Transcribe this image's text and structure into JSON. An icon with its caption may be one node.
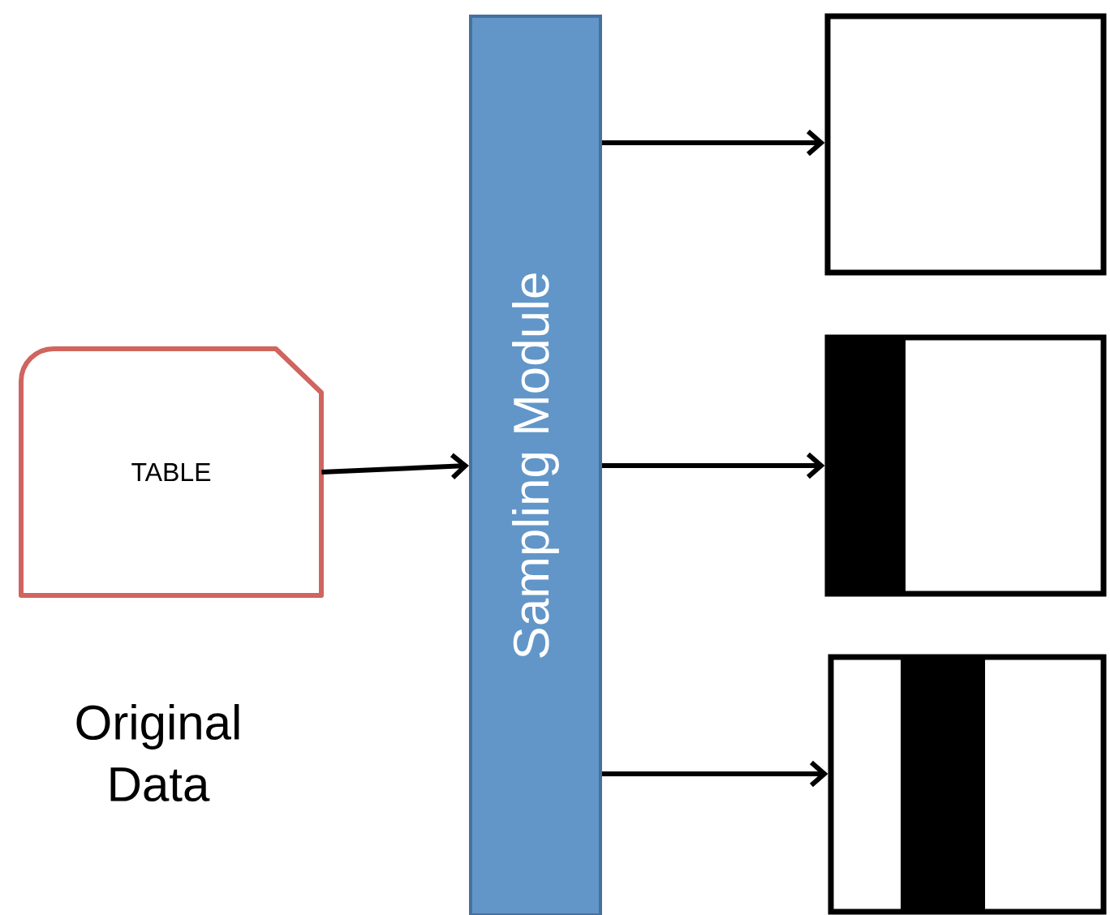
{
  "diagram": {
    "nodes": [
      {
        "text": [
          "TABLE"
        ],
        "beside": [
          "Original Data"
        ]
      },
      {
        "text": [
          "Sampling Module"
        ]
      },
      {
        "text": [],
        "shape": "box"
      },
      {
        "text": [],
        "shape": "box"
      },
      {
        "text": [],
        "shape": "box"
      }
    ],
    "edges": [
      {
        "from": 0,
        "to": 1,
        "arrow": "to"
      },
      {
        "from": 1,
        "to": 2,
        "arrow": "to"
      },
      {
        "from": 1,
        "to": 3,
        "arrow": "to"
      },
      {
        "from": 1,
        "to": 4,
        "arrow": "to"
      }
    ]
  }
}
